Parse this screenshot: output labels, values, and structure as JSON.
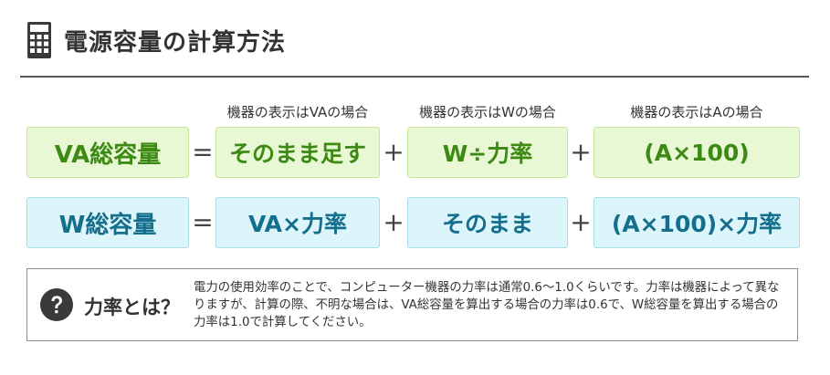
{
  "header": {
    "title": "電源容量の計算方法",
    "icon": "calculator-icon"
  },
  "captions": {
    "va_case": "機器の表示はVAの場合",
    "w_case": "機器の表示はWの場合",
    "a_case": "機器の表示はAの場合"
  },
  "operators": {
    "equals": "=",
    "plus": "+"
  },
  "rows": {
    "va": {
      "label": "VA総容量",
      "from_va": "そのまま足す",
      "from_w": "W÷力率",
      "from_a": "(A×100)"
    },
    "w": {
      "label": "W総容量",
      "from_va": "VA×力率",
      "from_w": "そのまま",
      "from_a": "(A×100)×力率"
    }
  },
  "info": {
    "icon": "question-icon",
    "label": "力率とは？",
    "text": "電力の使用効率のことで、コンピューター機器の力率は通常0.6〜1.0くらいです。力率は機器によって異なりますが、計算の際、不明な場合は、VA総容量を算出する場合の力率は0.6で、W総容量を算出する場合の力率は1.0で計算してください。"
  },
  "colors": {
    "va_fill": "#e8f8d4",
    "va_text": "#3c8a14",
    "w_fill": "#dcf5fb",
    "w_text": "#146e8c",
    "icon_dark": "#3a3a3a"
  }
}
